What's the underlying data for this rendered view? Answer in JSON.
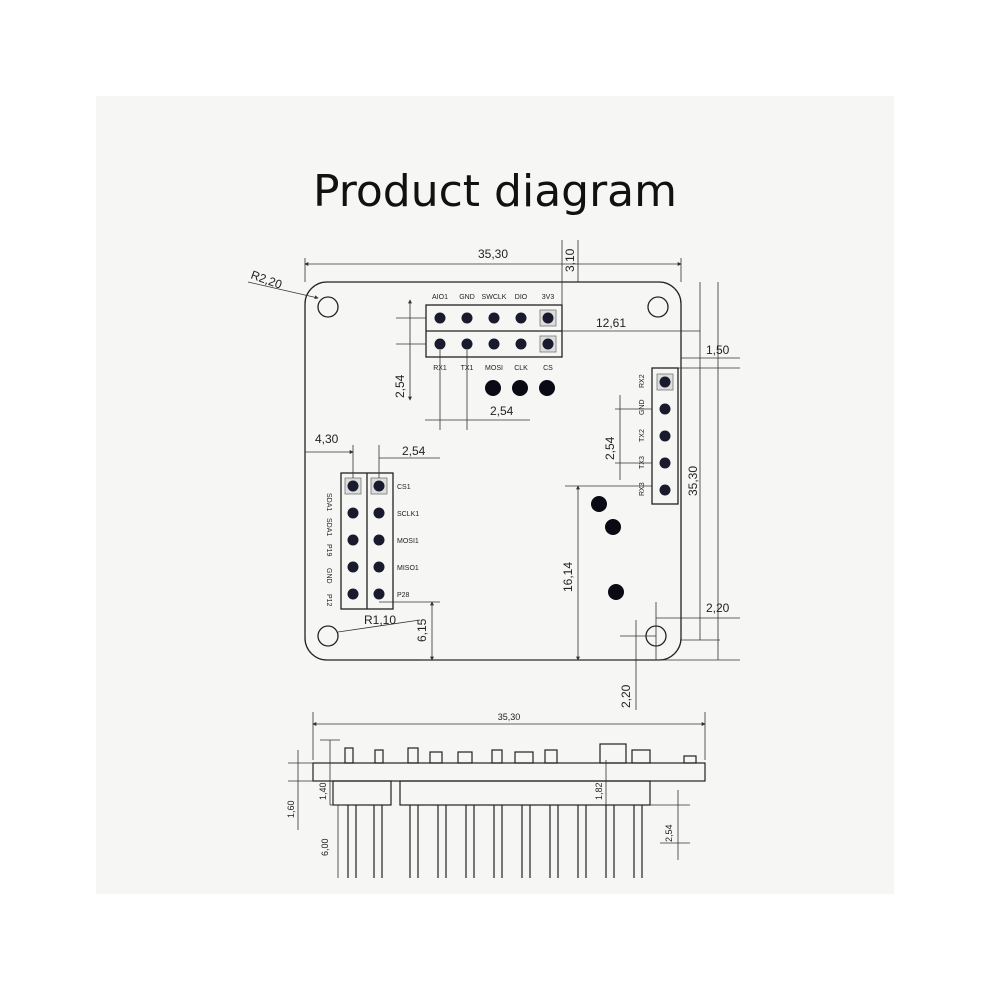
{
  "title": "Product diagram",
  "top_view": {
    "dims": {
      "width_top": "35,30",
      "offset_top": "3,10",
      "corner_radius": "R2,20",
      "header_offset": "12,61",
      "edge_right": "1,50",
      "pitch_v": "2,54",
      "pitch_h": "2,54",
      "left_offset": "4,30",
      "left_pitch": "2,54",
      "height_right": "35,30",
      "right_pitch": "2,54",
      "height_mid": "16,14",
      "hole_x": "2,20",
      "hole_y": "2,20",
      "hole_radius": "R1,10",
      "bottom_offset": "6,15"
    },
    "top_header": {
      "top_labels": [
        "AIO1",
        "GND",
        "SWCLK",
        "DIO",
        "3V3"
      ],
      "bottom_labels": [
        "RX1",
        "TX1",
        "MOSI",
        "CLK",
        "CS"
      ]
    },
    "left_header": {
      "left_labels": [
        "SDA1",
        "SDA1",
        "P19",
        "GND",
        "P12"
      ],
      "right_labels": [
        "CS1",
        "SCLK1",
        "MOSI1",
        "MISO1",
        "P28"
      ]
    },
    "right_header": {
      "labels": [
        "RX2",
        "GND",
        "TX2",
        "TX3",
        "RX3"
      ]
    }
  },
  "side_view": {
    "dims": {
      "width": "35,30",
      "thickness": "1,40",
      "height_left": "1,60",
      "pin_length": "6,00",
      "mid_height": "1,82",
      "pitch": "2,54"
    }
  }
}
